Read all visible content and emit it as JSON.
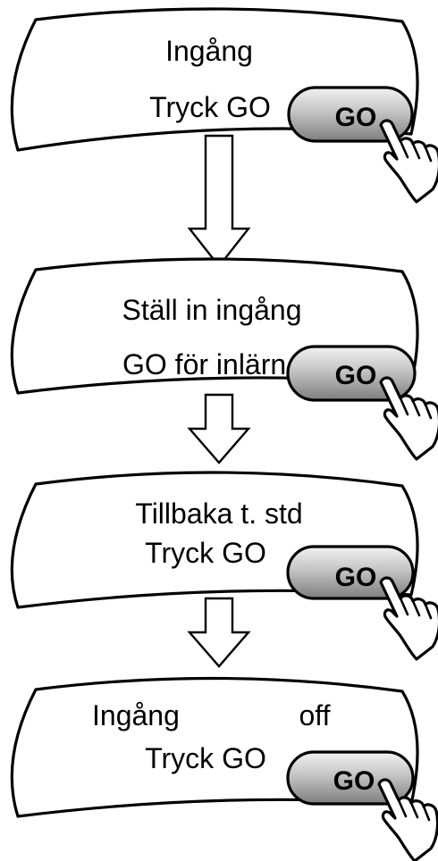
{
  "screens": [
    {
      "line1_left": "Ingång",
      "line1_right": "",
      "line2": "Tryck GO",
      "button_label": "GO"
    },
    {
      "line1_left": "Ställ in ingång",
      "line1_right": "",
      "line2": "GO för inlärn",
      "button_label": "GO"
    },
    {
      "line1_left": "Tillbaka t. std",
      "line1_right": "",
      "line2": "Tryck GO",
      "button_label": "GO"
    },
    {
      "line1_left": "Ingång",
      "line1_right": "off",
      "line2": "Tryck GO",
      "button_label": "GO"
    }
  ],
  "colors": {
    "outline": "#000000",
    "button_light": "#e8e8e8",
    "button_dark": "#8f8f8f",
    "background": "#ffffff"
  },
  "icons": {
    "finger": "pointing-hand-icon",
    "arrow": "down-arrow-icon"
  }
}
